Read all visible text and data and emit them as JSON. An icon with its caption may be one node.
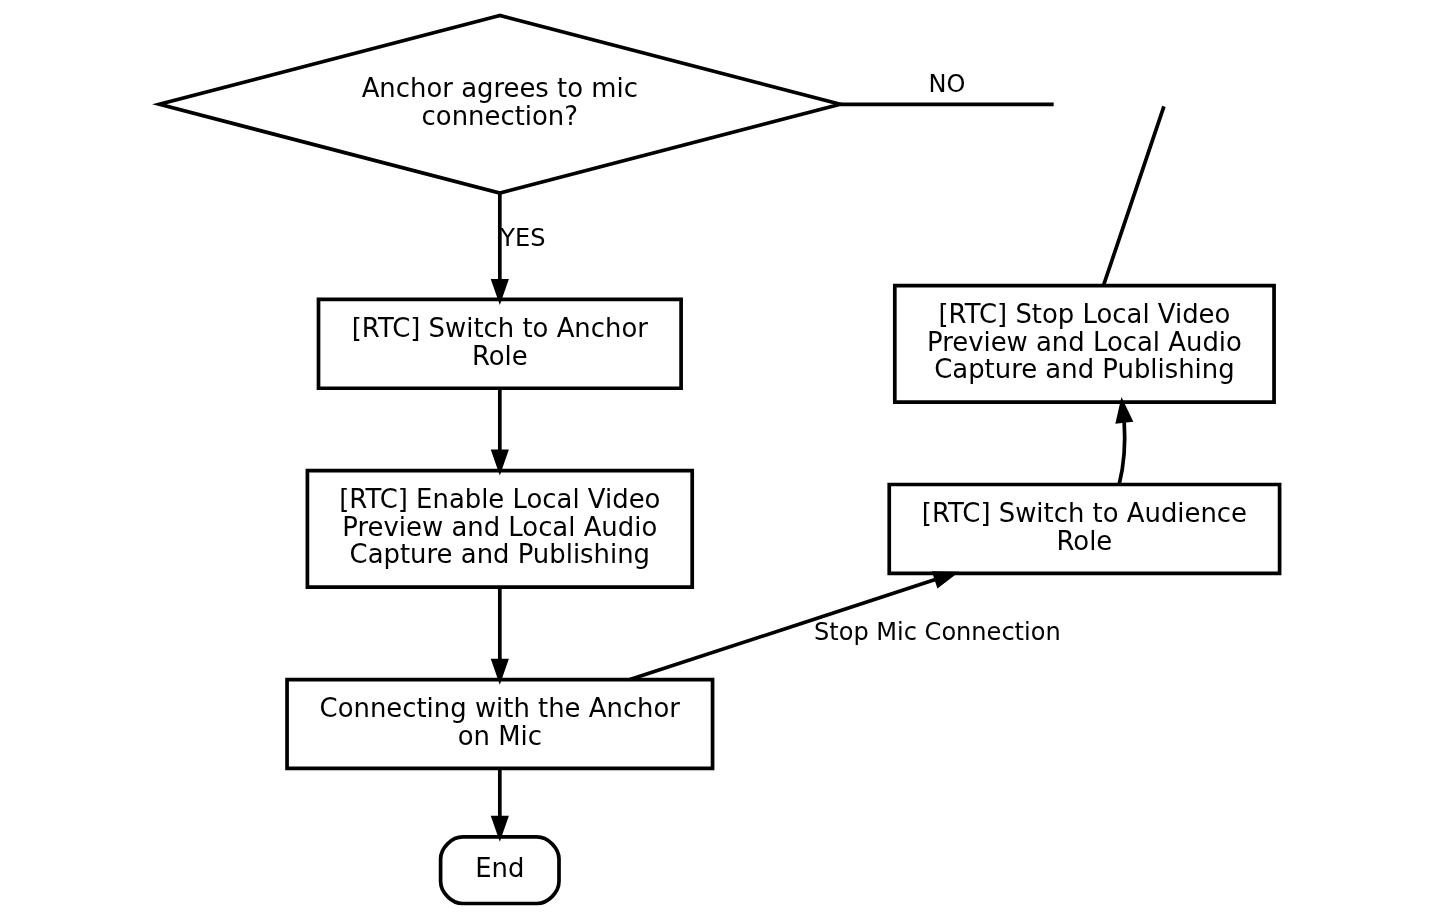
{
  "diagram": {
    "nodes": [
      {
        "text": [
          "Anchor agrees to mic connection?"
        ]
      },
      {
        "text": [
          "[RTC] Switch to Anchor Role"
        ]
      },
      {
        "text": [
          "[RTC] Enable Local Video Preview and Local Audio Capture and Publishing"
        ]
      },
      {
        "text": [
          "Connecting with the Anchor on Mic"
        ]
      },
      {
        "text": [
          "End"
        ]
      },
      {
        "text": [
          "[RTC] Switch to Audience Role"
        ]
      },
      {
        "text": [
          "[RTC] Stop Local Video Preview and Local Audio Capture and Publishing"
        ]
      }
    ],
    "edges": [
      {
        "from": 0,
        "to": null,
        "arrow": "none",
        "label": "NO"
      },
      {
        "from": 0,
        "to": 1,
        "arrow": "to",
        "label": "YES"
      },
      {
        "from": 1,
        "to": 2,
        "arrow": "to"
      },
      {
        "from": 2,
        "to": 3,
        "arrow": "to"
      },
      {
        "from": 3,
        "to": 4,
        "arrow": "to"
      },
      {
        "from": 3,
        "to": 5,
        "arrow": "to",
        "label": "Stop Mic Connection"
      },
      {
        "from": 5,
        "to": 6,
        "arrow": "to"
      },
      {
        "from": 6,
        "to": null,
        "arrow": "none"
      }
    ]
  }
}
